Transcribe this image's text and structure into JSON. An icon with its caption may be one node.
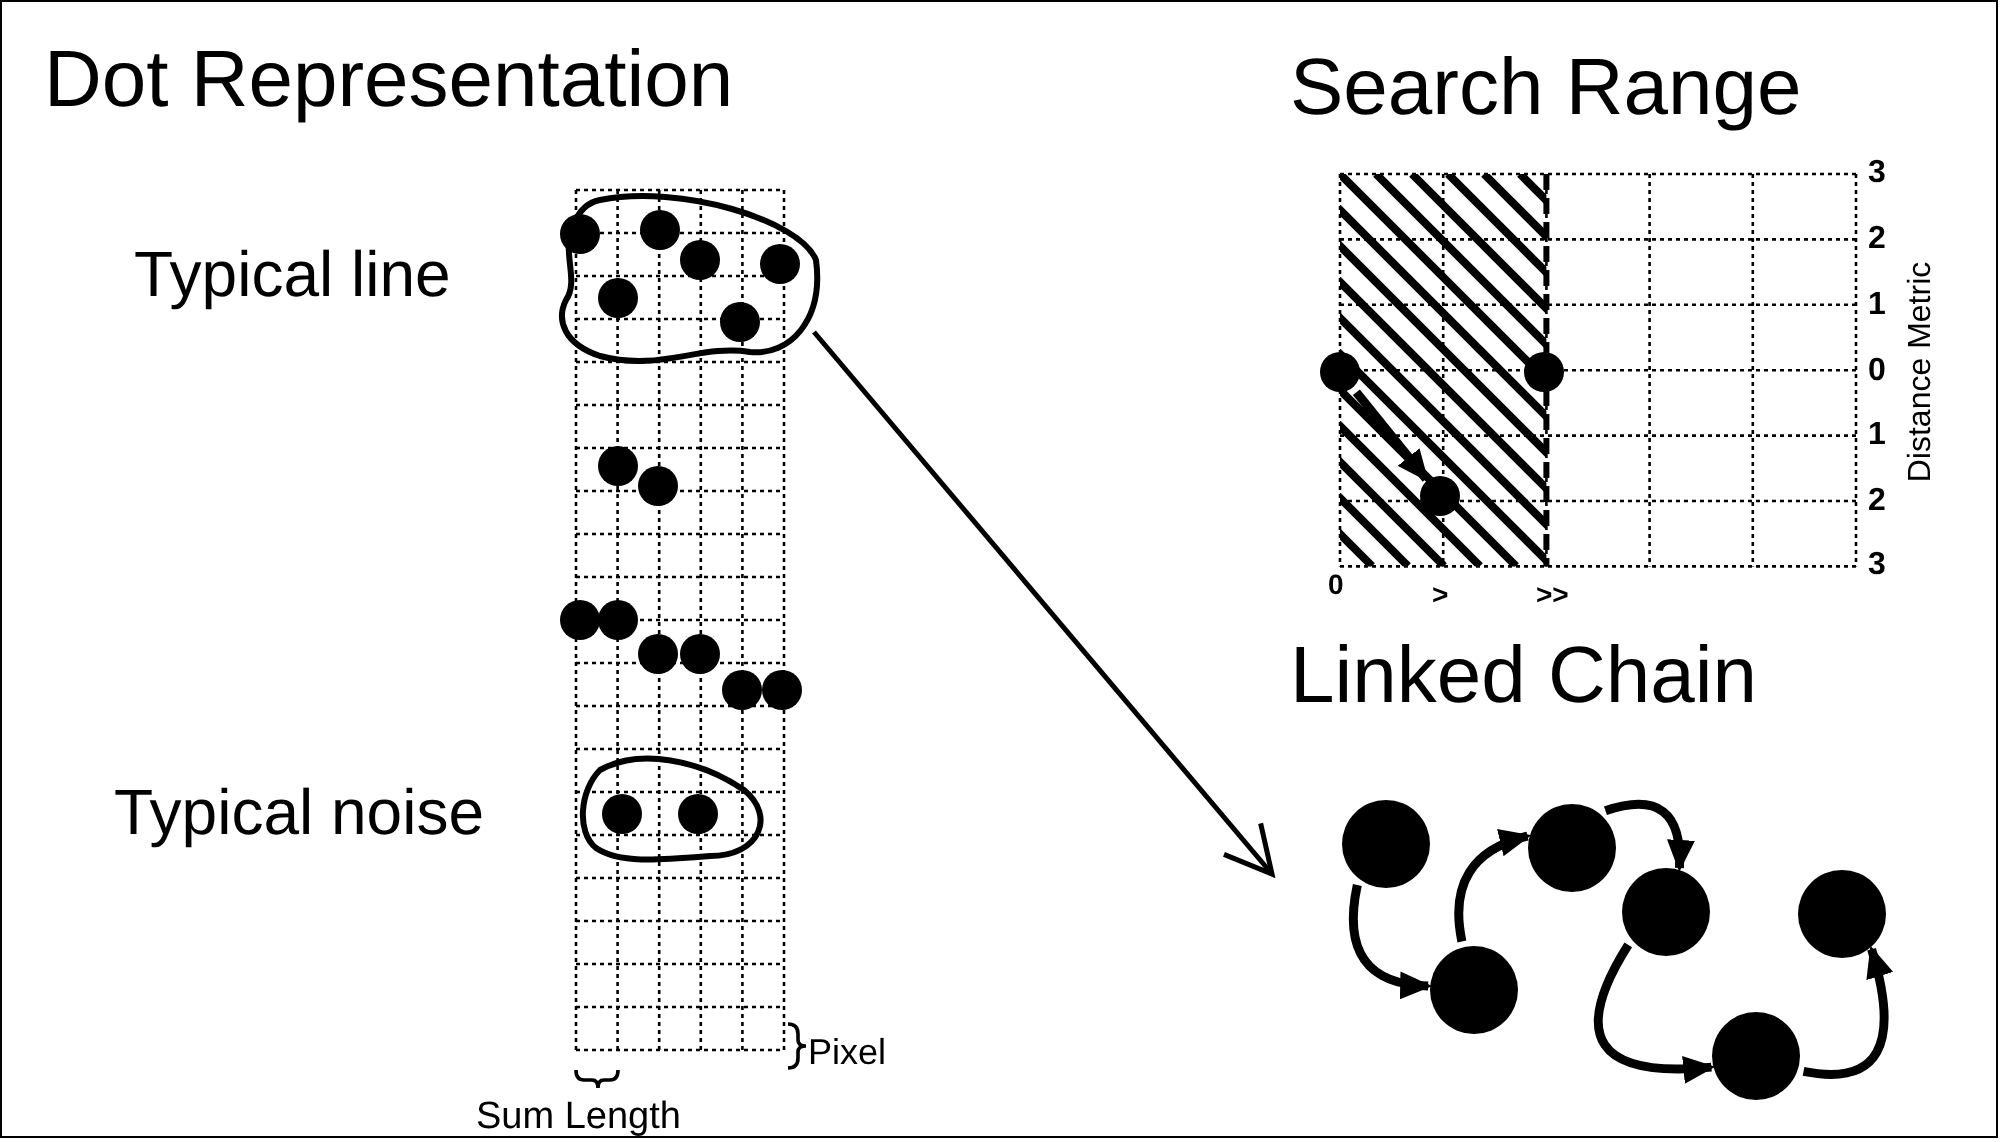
{
  "diagram": {
    "nodes": [
      {
        "text": [
          "Typical line"
        ]
      },
      {
        "text": [
          "Typical noise"
        ]
      },
      {
        "text": [],
        "shape": "circle"
      },
      {
        "text": [],
        "shape": "circle"
      },
      {
        "text": [],
        "shape": "circle"
      },
      {
        "text": [],
        "shape": "circle"
      },
      {
        "text": [],
        "shape": "circle"
      },
      {
        "text": [],
        "shape": "circle"
      },
      {
        "text": [],
        "shape": "circle"
      },
      {
        "text": [],
        "shape": "circle"
      },
      {
        "text": [],
        "shape": "circle"
      }
    ],
    "edges": [
      {
        "from": 0,
        "to": null,
        "arrow": "to"
      },
      {
        "from": 2,
        "to": 3,
        "arrow": "to"
      },
      {
        "from": 3,
        "to": 4,
        "arrow": "to"
      },
      {
        "from": 4,
        "to": 5,
        "arrow": "to"
      },
      {
        "from": 5,
        "to": 6,
        "arrow": "to"
      },
      {
        "from": 6,
        "to": 7,
        "arrow": "to"
      },
      {
        "from": 8,
        "to": 9,
        "arrow": "to"
      }
    ],
    "labels": [
      "Dot Representation",
      "Search Range",
      "3",
      "2",
      "1",
      "0",
      "1",
      "2",
      "3",
      "Distance Metric",
      "0",
      ">",
      ">>",
      "Linked Chain",
      "Pixel",
      "Sum Length"
    ]
  }
}
